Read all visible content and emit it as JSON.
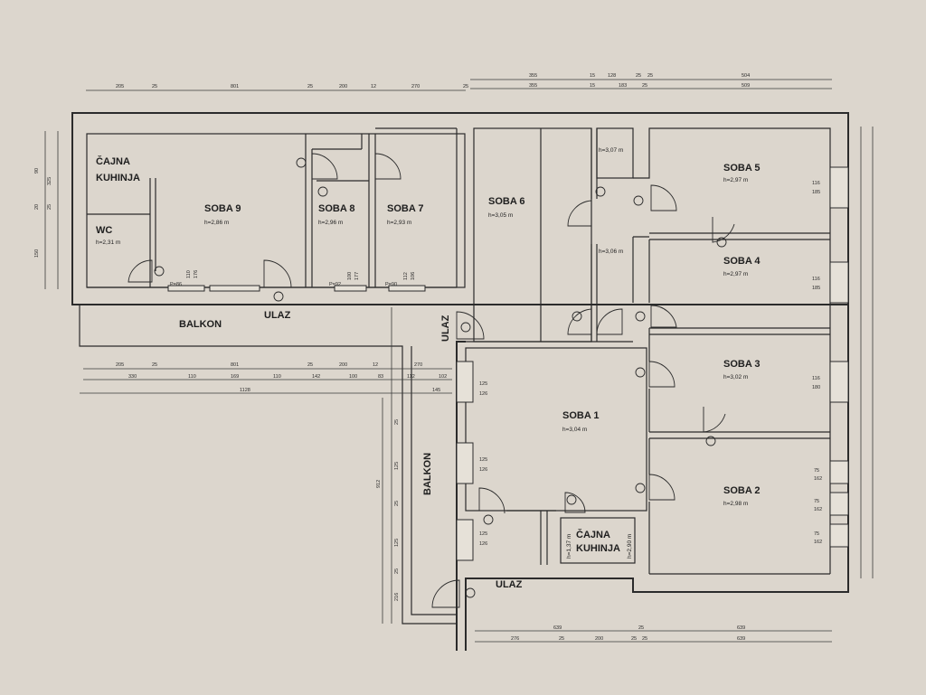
{
  "rooms": {
    "cajna_kuhinja_top": {
      "line1": "ČAJNA",
      "line2": "KUHINJA"
    },
    "wc": {
      "name": "WC",
      "height": "h=2,31 m"
    },
    "soba9": {
      "name": "SOBA 9",
      "height": "h=2,86 m"
    },
    "soba8": {
      "name": "SOBA 8",
      "height": "h=2,96 m"
    },
    "soba7": {
      "name": "SOBA 7",
      "height": "h=2,93 m"
    },
    "soba6": {
      "name": "SOBA 6",
      "height": "h=3,05 m"
    },
    "hall_top": {
      "height": "h=3,07 m"
    },
    "hall_mid": {
      "height": "h=3,06 m"
    },
    "soba5": {
      "name": "SOBA 5",
      "height": "h=2,97 m"
    },
    "soba4": {
      "name": "SOBA 4",
      "height": "h=2,97 m"
    },
    "soba3": {
      "name": "SOBA 3",
      "height": "h=3,02 m"
    },
    "soba2": {
      "name": "SOBA 2",
      "height": "h=2,98 m"
    },
    "soba1": {
      "name": "SOBA 1",
      "height": "h=3,04 m"
    },
    "cajna_kuhinja_bottom": {
      "line1": "ČAJNA",
      "line2": "KUHINJA",
      "height_a": "h=1,37 m",
      "height_b": "h=2,90 m"
    }
  },
  "areas": {
    "balkon_top": "BALKON",
    "balkon_side": "BALKON",
    "ulaz_top": "ULAZ",
    "ulaz_left": "ULAZ",
    "ulaz_bottom": "ULAZ"
  },
  "dimensions": {
    "top_row1": [
      "205",
      "25",
      "801",
      "25",
      "200",
      "12",
      "270",
      "25"
    ],
    "top_right_row1": [
      "355",
      "15",
      "128",
      "25",
      "25",
      "504"
    ],
    "top_right_row2": [
      "355",
      "15",
      "183",
      "25",
      "509"
    ],
    "mid_row1": [
      "205",
      "25",
      "801",
      "25",
      "200",
      "12",
      "270"
    ],
    "mid_row2": [
      "330",
      "110",
      "169",
      "110",
      "142",
      "100",
      "83",
      "112",
      "102"
    ],
    "mid_row3": [
      "1128",
      "145"
    ],
    "window_sizes": [
      "125",
      "126",
      "125",
      "126",
      "125",
      "126"
    ],
    "right_window_sizes": [
      "116",
      "185",
      "116",
      "185",
      "116",
      "180",
      "75",
      "162",
      "75",
      "162",
      "75",
      "162"
    ],
    "left_col": [
      "90",
      "20",
      "150",
      "25",
      "325"
    ],
    "door_labels": [
      "P=86",
      "P=92",
      "P=90",
      "110",
      "176",
      "100",
      "177",
      "112",
      "106"
    ],
    "bottom_row1": [
      "639",
      "25",
      "639"
    ],
    "bottom_row2": [
      "276",
      "25",
      "200",
      "25",
      "25",
      "639"
    ],
    "vertical_mid": [
      "912",
      "25",
      "125",
      "25",
      "125",
      "25",
      "216"
    ]
  }
}
